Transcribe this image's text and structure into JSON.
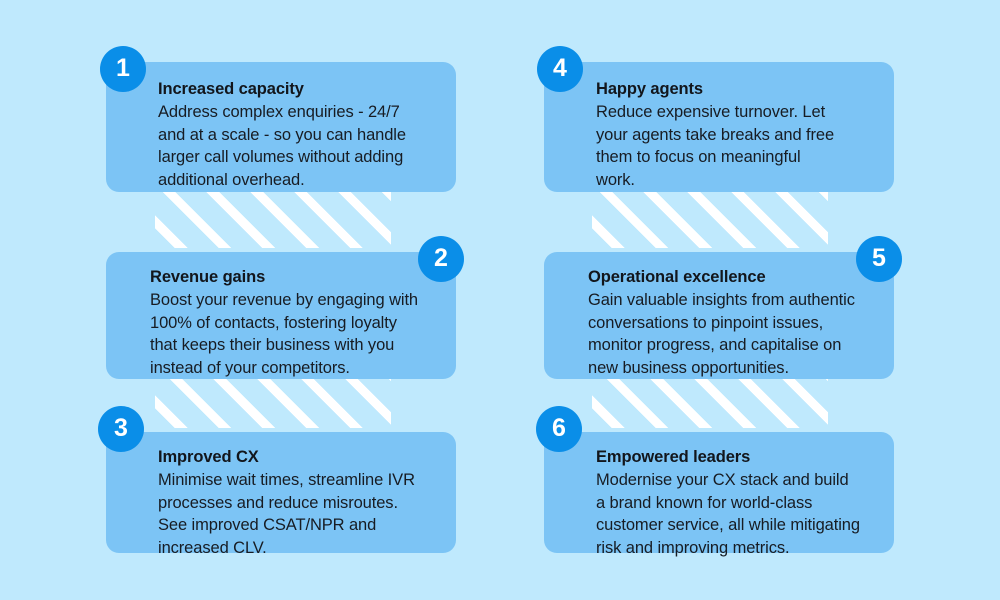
{
  "theme": {
    "background_color": "#bfe9fd",
    "card_color": "#7cc4f5",
    "badge_color": "#0a8ee8",
    "badge_text_color": "#ffffff",
    "text_color": "#171c23",
    "stripe_color": "#ffffff"
  },
  "cards": [
    {
      "number": "1",
      "title": "Increased capacity",
      "body": "Address complex enquiries - 24/7\nand at a scale - so you can handle\nlarger call volumes without adding\nadditional overhead.",
      "badge_position": "top-left"
    },
    {
      "number": "2",
      "title": "Revenue gains",
      "body": "Boost your revenue by engaging with\n100% of contacts, fostering loyalty\nthat keeps their business with you\ninstead of your competitors.",
      "badge_position": "top-right"
    },
    {
      "number": "3",
      "title": "Improved CX",
      "body": "Minimise wait times, streamline IVR\nprocesses and reduce misroutes.\nSee improved CSAT/NPR and\nincreased CLV.",
      "badge_position": "top-left"
    },
    {
      "number": "4",
      "title": "Happy agents",
      "body": "Reduce expensive turnover. Let\nyour agents take breaks and free\nthem to focus on meaningful\nwork.",
      "badge_position": "top-left"
    },
    {
      "number": "5",
      "title": "Operational excellence",
      "body": "Gain valuable insights from authentic\nconversations to pinpoint issues,\nmonitor progress, and capitalise on\nnew business opportunities.",
      "badge_position": "top-right"
    },
    {
      "number": "6",
      "title": "Empowered leaders",
      "body": "Modernise your CX stack and build\na brand known for world-class\ncustomer service, all while mitigating\nrisk and improving metrics.",
      "badge_position": "top-left"
    }
  ]
}
